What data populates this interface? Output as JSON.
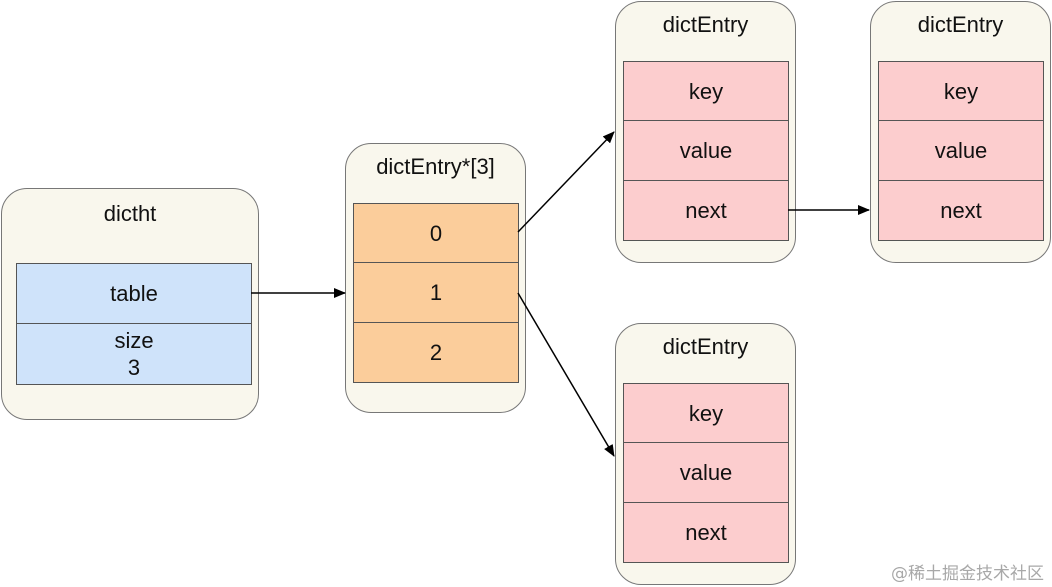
{
  "dictht": {
    "title": "dictht",
    "table": "table",
    "size_label": "size",
    "size_value": "3"
  },
  "bucket_array": {
    "title": "dictEntry*[3]",
    "slots": [
      "0",
      "1",
      "2"
    ]
  },
  "entries": [
    {
      "title": "dictEntry",
      "fields": [
        "key",
        "value",
        "next"
      ]
    },
    {
      "title": "dictEntry",
      "fields": [
        "key",
        "value",
        "next"
      ]
    },
    {
      "title": "dictEntry",
      "fields": [
        "key",
        "value",
        "next"
      ]
    }
  ],
  "watermark": "@稀土掘金技术社区",
  "colors": {
    "container_bg": "#f9f7ed",
    "dictht_cells": "#cfe3fa",
    "bucket_cells": "#fbcd9b",
    "entry_cells": "#fccdce"
  }
}
